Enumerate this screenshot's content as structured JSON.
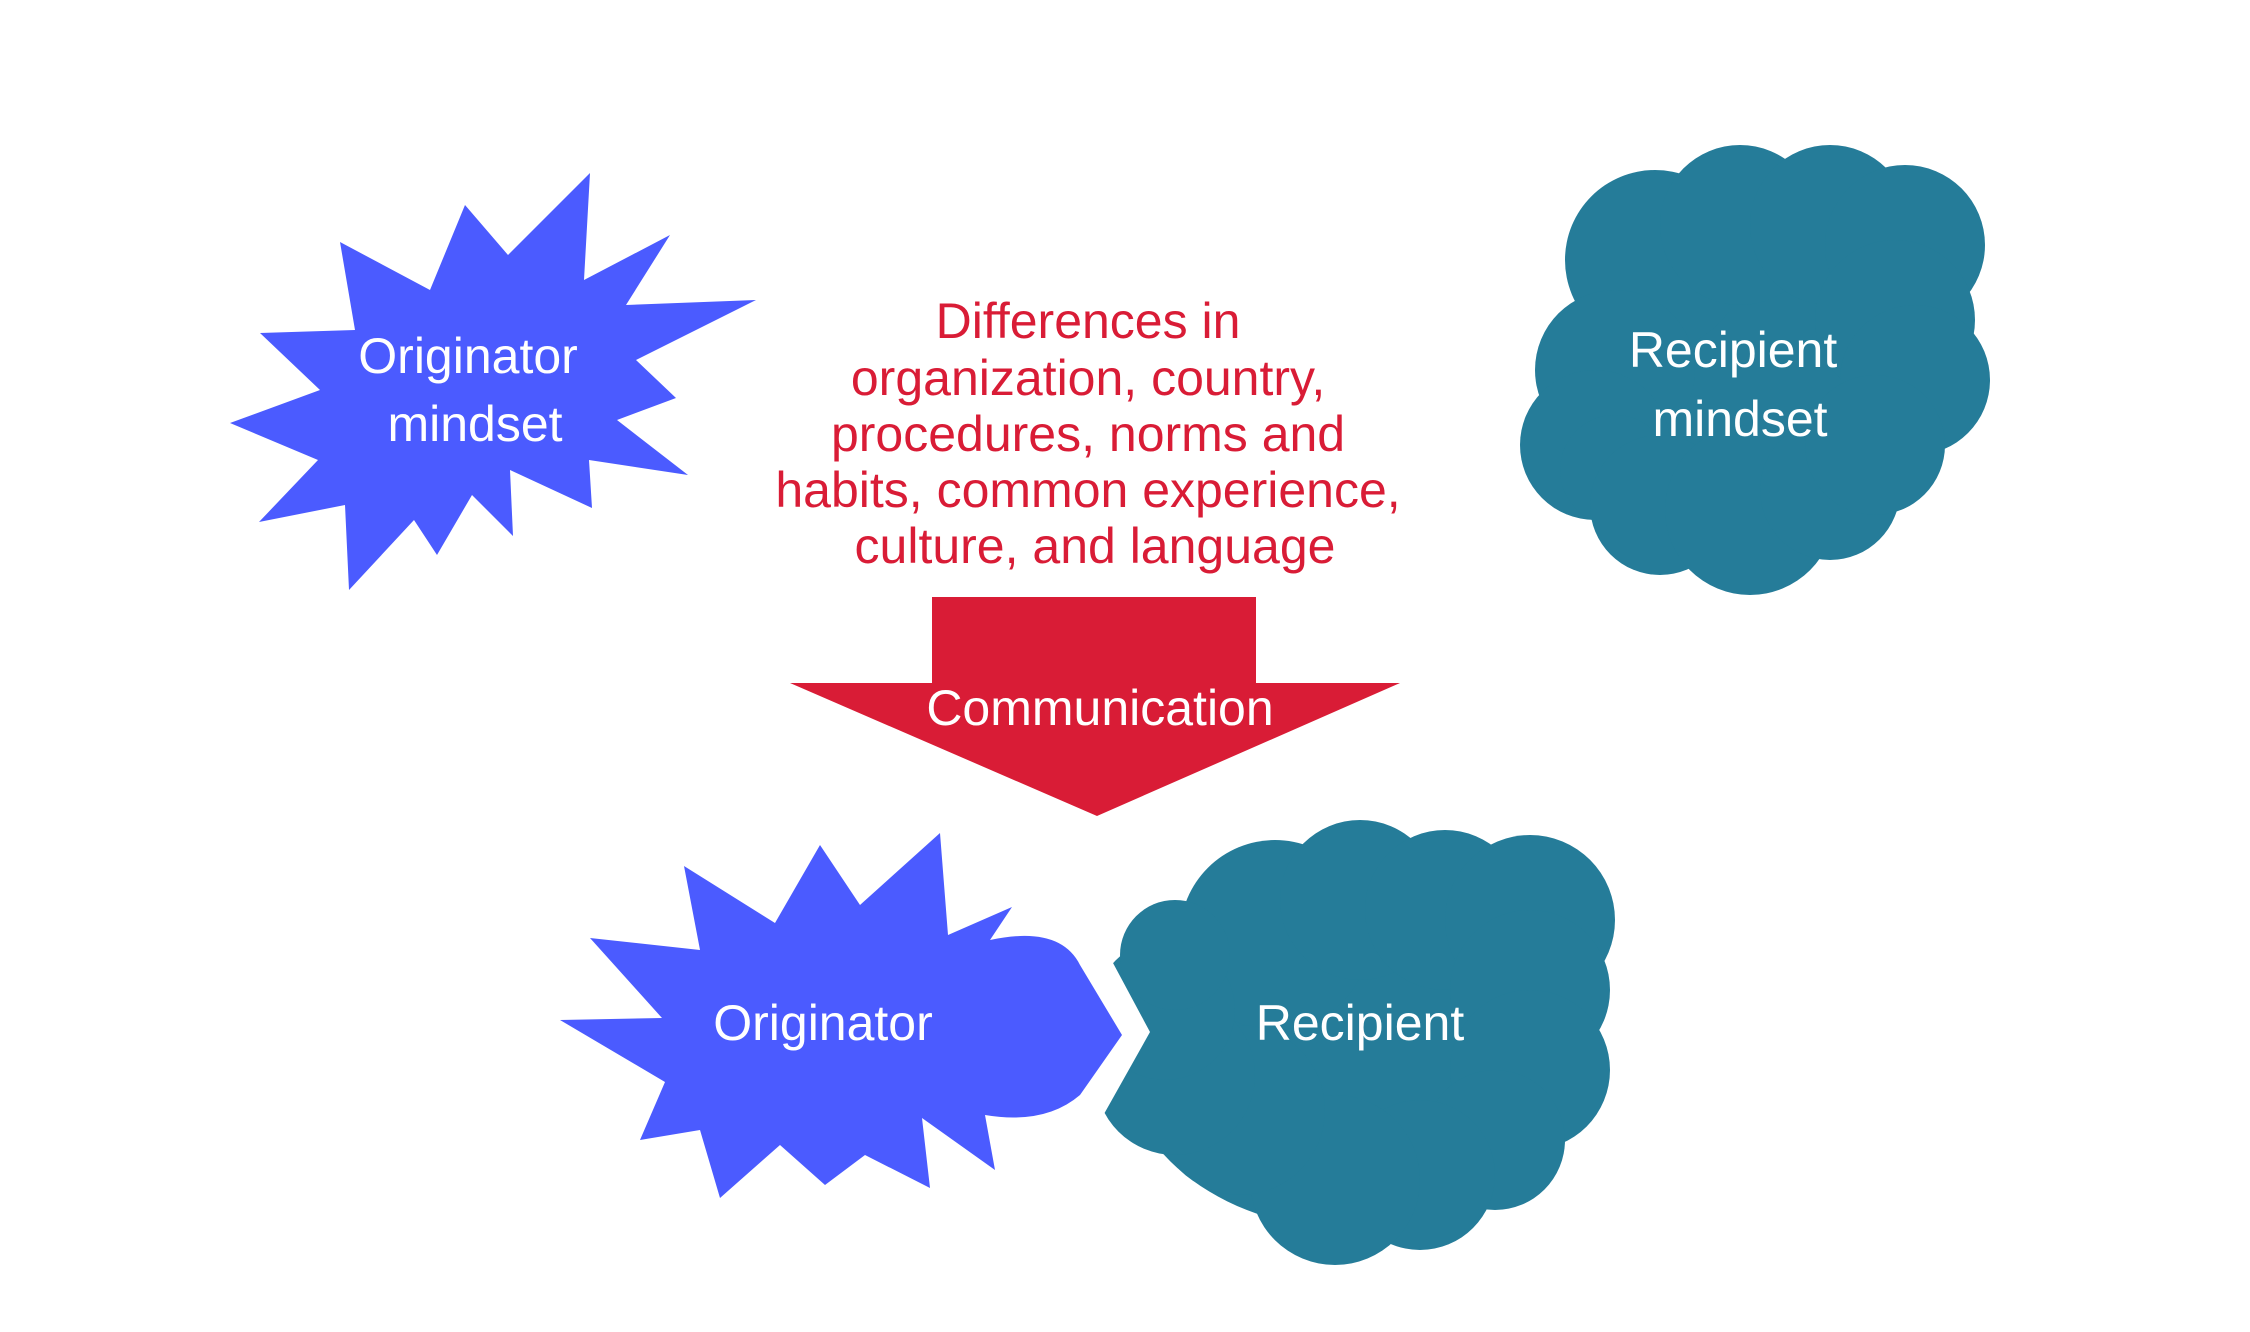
{
  "colors": {
    "originator": "#4b5bff",
    "recipient": "#257c99",
    "accent": "#d91c36",
    "label": "#ffffff",
    "background": "#ffffff"
  },
  "top": {
    "originator_mindset": {
      "line1": "Originator",
      "line2": "mindset"
    },
    "recipient_mindset": {
      "line1": "Recipient",
      "line2": "mindset"
    }
  },
  "differences": {
    "lines": [
      "Differences in",
      "organization, country,",
      "procedures, norms and",
      "habits, common experience,",
      "culture, and language"
    ]
  },
  "arrow": {
    "label": "Communication"
  },
  "bottom": {
    "originator_label": "Originator",
    "recipient_label": "Recipient"
  }
}
